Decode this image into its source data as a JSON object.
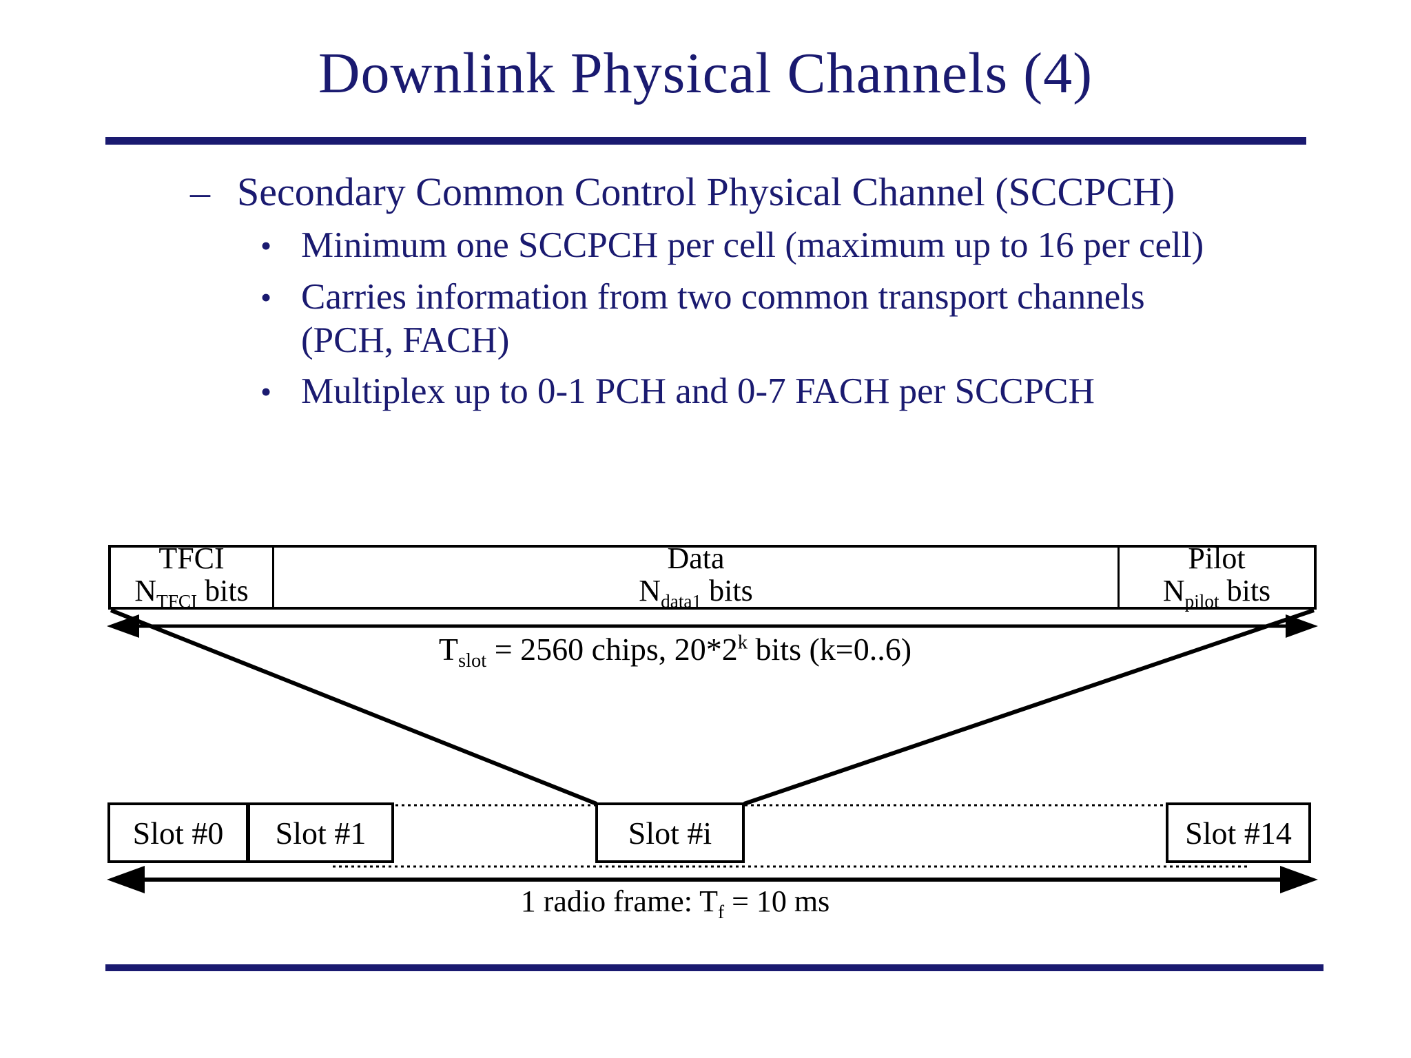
{
  "colors": {
    "navy": "#1a1a70",
    "ink": "#000000"
  },
  "slide": {
    "title": "Downlink Physical Channels (4)",
    "content": {
      "heading_dash": "–",
      "heading": "Secondary Common Control Physical Channel (SCCPCH)",
      "bullet_glyph": "•",
      "bullets": [
        {
          "lines": [
            "Minimum one SCCPCH per cell (maximum up to 16 per cell)"
          ]
        },
        {
          "lines": [
            "Carries information from two common transport channels",
            "(PCH, FACH)"
          ]
        },
        {
          "lines": [
            "Multiplex up to 0-1 PCH and 0-7 FACH per SCCPCH"
          ]
        }
      ]
    },
    "diagram": {
      "bar": {
        "cells": [
          {
            "title": "TFCI",
            "bits": {
              "main": "N",
              "sub": "TFCI",
              "rest": " bits"
            }
          },
          {
            "title": "Data",
            "bits": {
              "main": "N",
              "sub": "data1",
              "rest": " bits"
            }
          },
          {
            "title": "Pilot",
            "bits": {
              "main": "N",
              "sub": "pilot",
              "rest": " bits"
            }
          }
        ]
      },
      "tslot": {
        "main": "T",
        "sub": "slot",
        "mid": " = 2560 chips, 20*2",
        "sup": "k",
        "rest": " bits (k=0..6)"
      },
      "slots": [
        "Slot #0",
        "Slot #1",
        "Slot #i",
        "Slot #14"
      ],
      "frame": {
        "main": "1 radio frame: T",
        "sub": "f",
        "rest": " = 10 ms"
      }
    }
  }
}
